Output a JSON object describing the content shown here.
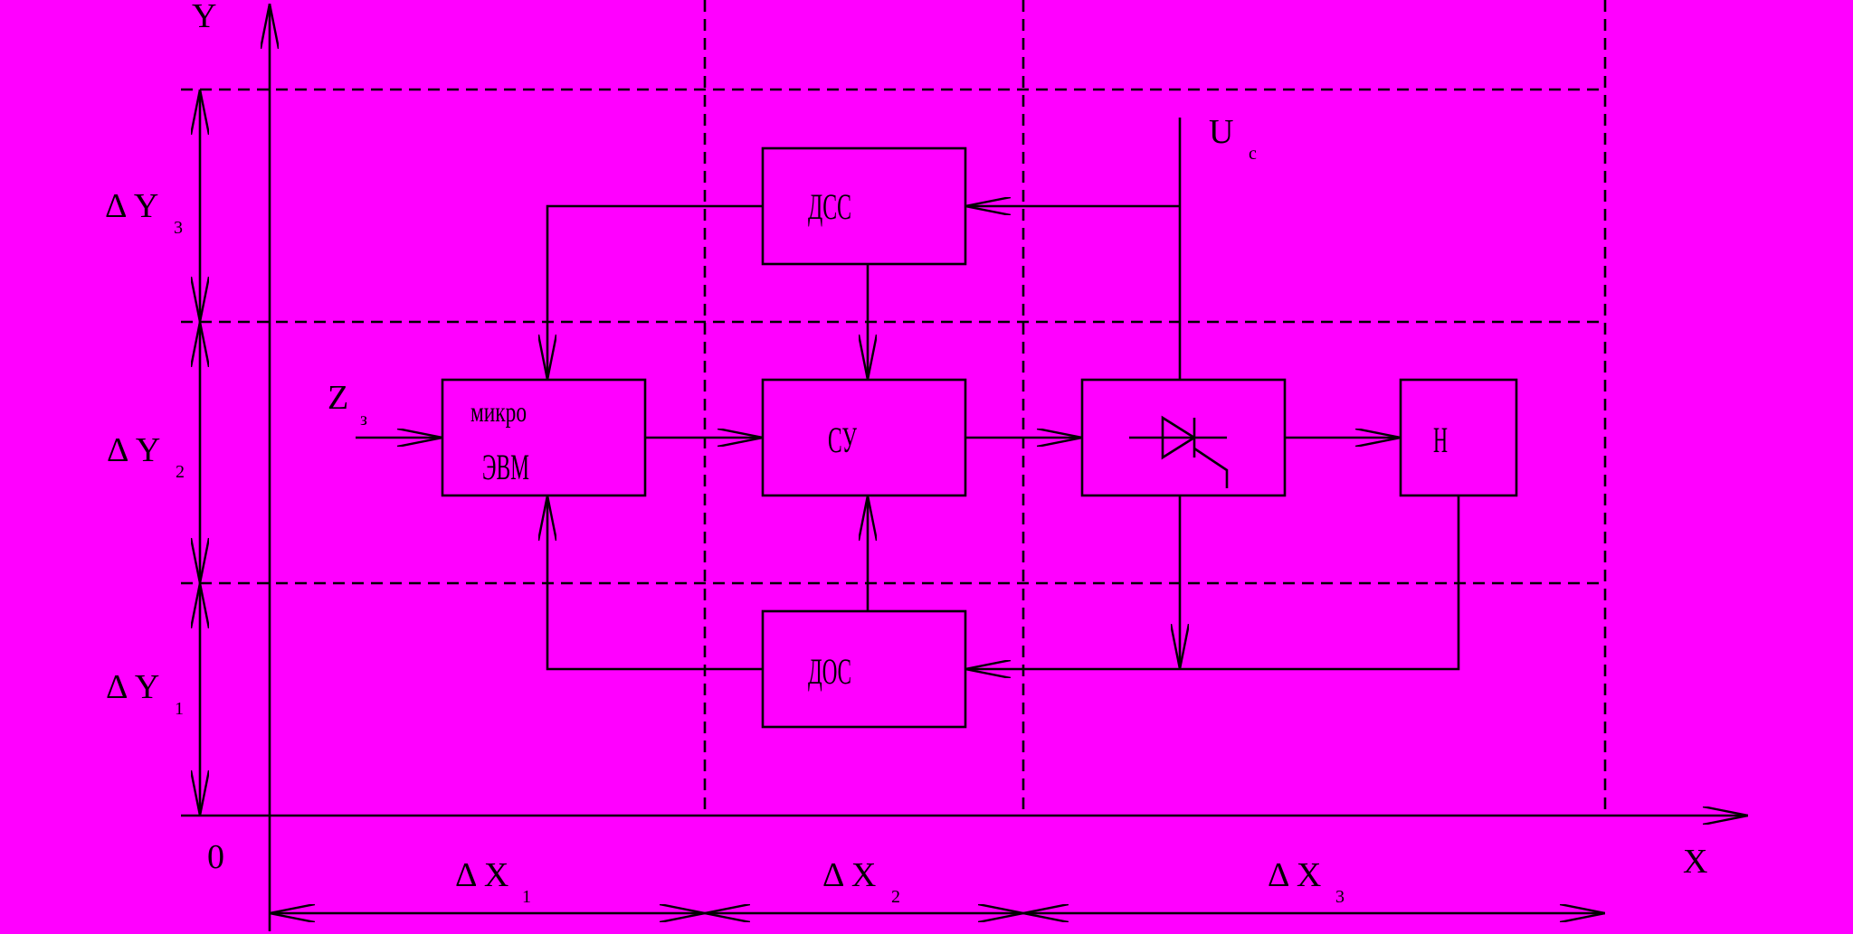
{
  "axes": {
    "y_label": "Y",
    "x_label": "X",
    "origin_label": "0"
  },
  "dimensions": {
    "dy3": {
      "main": "Δ Y",
      "sub": "3"
    },
    "dy2": {
      "main": "Δ Y",
      "sub": "2"
    },
    "dy1": {
      "main": "Δ Y",
      "sub": "1"
    },
    "dx1": {
      "main": "Δ X",
      "sub": "1"
    },
    "dx2": {
      "main": "Δ X",
      "sub": "2"
    },
    "dx3": {
      "main": "Δ X",
      "sub": "3"
    }
  },
  "blocks": {
    "dss": "ДСС",
    "micro_line1": "микро",
    "micro_line2": "ЭВМ",
    "su": "СУ",
    "n": "Н",
    "dos": "ДОС",
    "thyristor_icon": "thyristor-icon"
  },
  "signals": {
    "z": {
      "main": "Z",
      "sub": "з"
    },
    "u": {
      "main": "U",
      "sub": "с"
    }
  }
}
